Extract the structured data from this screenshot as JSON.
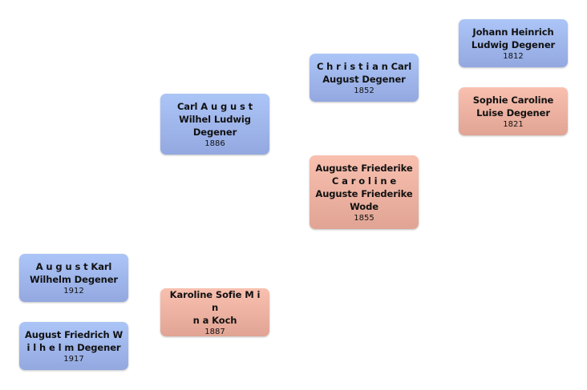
{
  "people": [
    {
      "id": "johann",
      "name_lines": [
        "Johann Heinrich",
        "Ludwig Degener"
      ],
      "year": "1812",
      "sex": "male"
    },
    {
      "id": "sophie",
      "name_lines": [
        "Sophie Caroline",
        "Luise Degener"
      ],
      "year": "1821",
      "sex": "female"
    },
    {
      "id": "christian",
      "name_lines": [
        "C h r i s t i a n Carl",
        "August Degener"
      ],
      "year": "1852",
      "sex": "male"
    },
    {
      "id": "auguste",
      "name_lines": [
        "Auguste Friederike",
        "C a r o l i n e",
        "Auguste Friederike",
        "Wode"
      ],
      "year": "1855",
      "sex": "female"
    },
    {
      "id": "carl",
      "name_lines": [
        "Carl A u g u s t",
        "Wilhel Ludwig",
        "Degener"
      ],
      "year": "1886",
      "sex": "male"
    },
    {
      "id": "karoline",
      "name_lines": [
        "Karoline Sofie M i n",
        "n a Koch"
      ],
      "year": "1887",
      "sex": "female"
    },
    {
      "id": "august-karl",
      "name_lines": [
        "A u g u s t Karl",
        "Wilhelm Degener"
      ],
      "year": "1912",
      "sex": "male"
    },
    {
      "id": "august-friedrich",
      "name_lines": [
        "August Friedrich W",
        "i l h e l m Degener"
      ],
      "year": "1917",
      "sex": "male"
    }
  ],
  "colors": {
    "male": "#a0b6ec",
    "female": "#eeb2a2"
  }
}
